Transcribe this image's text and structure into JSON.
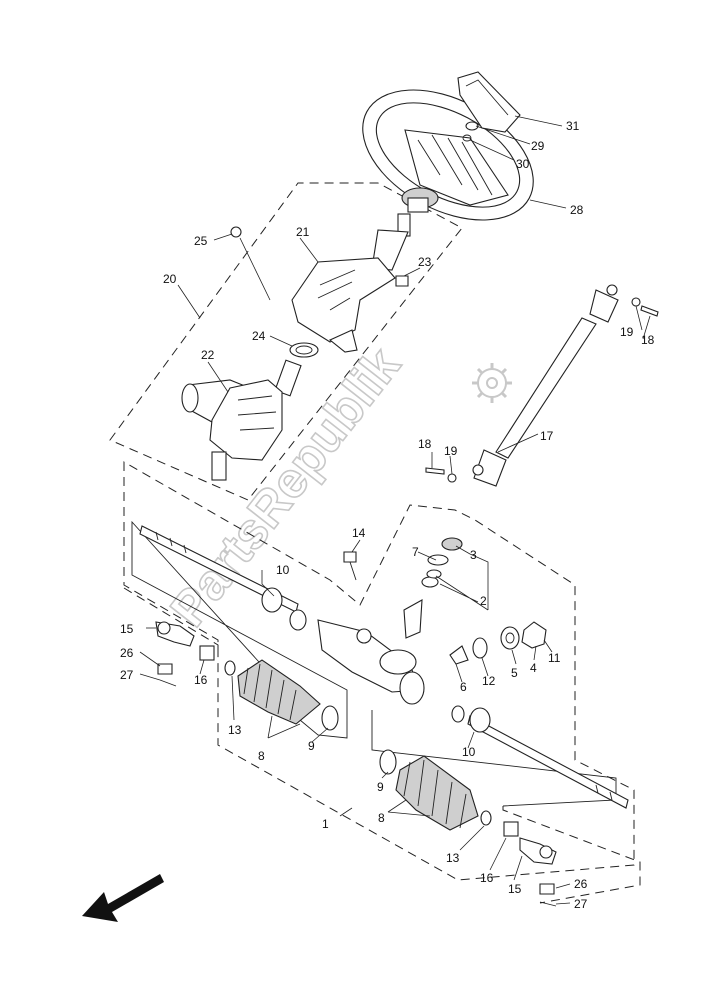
{
  "watermark": "PartsRepublik",
  "callouts": {
    "c1": "1",
    "c2": "2",
    "c3": "3",
    "c4": "4",
    "c5": "5",
    "c6": "6",
    "c7": "7",
    "c8a": "8",
    "c8b": "8",
    "c9a": "9",
    "c9b": "9",
    "c10a": "10",
    "c10b": "10",
    "c11": "11",
    "c12": "12",
    "c13a": "13",
    "c13b": "13",
    "c14": "14",
    "c15a": "15",
    "c15b": "15",
    "c16a": "16",
    "c16b": "16",
    "c17": "17",
    "c18a": "18",
    "c18b": "18",
    "c19a": "19",
    "c19b": "19",
    "c20": "20",
    "c21": "21",
    "c22": "22",
    "c23": "23",
    "c24": "24",
    "c25": "25",
    "c26a": "26",
    "c26b": "26",
    "c27a": "27",
    "c27b": "27",
    "c28": "28",
    "c29": "29",
    "c30": "30",
    "c31": "31"
  },
  "icons": {
    "front": "front-direction-arrow-icon",
    "gear": "gear-icon"
  }
}
